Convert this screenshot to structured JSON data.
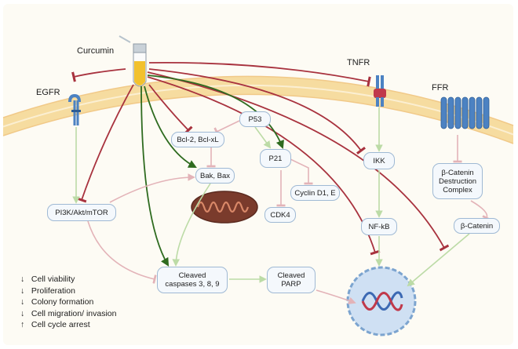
{
  "labels": {
    "curcumin": "Curcumin",
    "egfr": "EGFR",
    "tnfr": "TNFR",
    "ffr": "FFR"
  },
  "nodes": {
    "p53": "P53",
    "bcl2": "Bcl-2, Bcl-xL",
    "p21": "P21",
    "bak_bax": "Bak, Bax",
    "cyclin": "Cyclin D1, E",
    "cdk4": "CDK4",
    "pi3k": "PI3K/Akt/mTOR",
    "ikk": "IKK",
    "nfkb": "NF-kB",
    "beta_catenin_complex": "β-Catenin\nDestruction\nComplex",
    "beta_catenin": "β-Catenin",
    "cleaved_caspases": "Cleaved\ncaspases 3, 8, 9",
    "cleaved_parp": "Cleaved\nPARP"
  },
  "outcomes": [
    {
      "arrow": "↓",
      "text": "Cell viability"
    },
    {
      "arrow": "↓",
      "text": "Proliferation"
    },
    {
      "arrow": "↓",
      "text": "Colony formation"
    },
    {
      "arrow": "↓",
      "text": "Cell migration/ invasion"
    },
    {
      "arrow": "↑",
      "text": "Cell cycle arrest"
    }
  ],
  "colors": {
    "inhibition": "#a8323e",
    "activation": "#2e6b1f",
    "weak_inhibition": "#e3b3b8",
    "weak_activation": "#bcdba6",
    "node_fill": "#f4f8fc",
    "node_border": "#9fb9d4",
    "membrane": "#f6dca0",
    "receptor": "#4c82c2",
    "cell_background": "#fdfbf4"
  }
}
